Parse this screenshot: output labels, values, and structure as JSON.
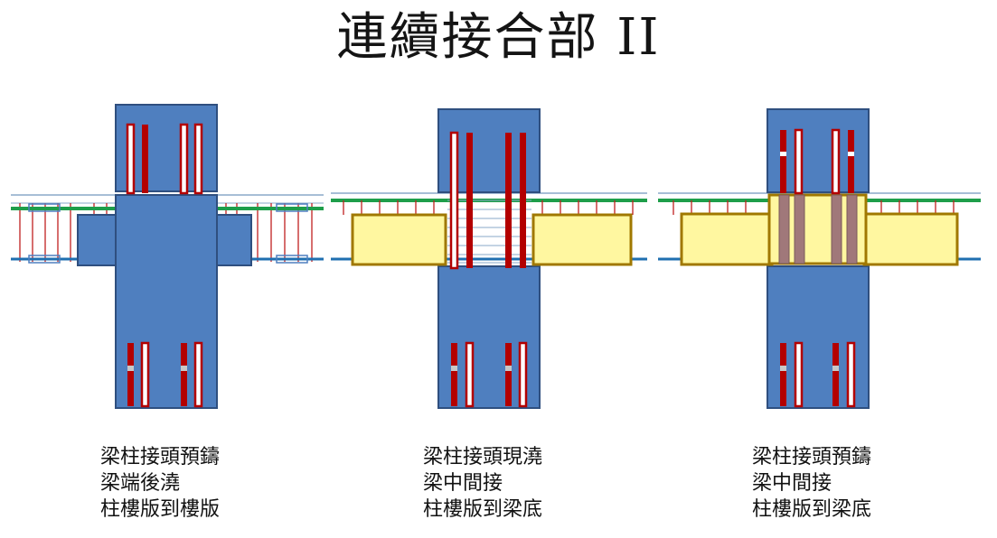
{
  "title": "連續接合部 II",
  "colors": {
    "column": "#4f7fbf",
    "column_edge": "#2f4f7f",
    "rebar": "#b30000",
    "rebar_light": "#e07a7a",
    "rebar_cast": "#a0787a",
    "slab_top": "#1e9e4a",
    "slab_bottom": "#1f6fb0",
    "precast_fill": "#fff7a0",
    "precast_edge": "#a07800",
    "stirrup": "#c02020",
    "thin_line": "#8aa8c8"
  },
  "panels": [
    {
      "lines": [
        "梁柱接頭預鑄",
        "梁端後澆",
        "柱樓版到樓版"
      ]
    },
    {
      "lines": [
        "梁柱接頭現澆",
        "梁中間接",
        "柱樓版到梁底"
      ]
    },
    {
      "lines": [
        "梁柱接頭預鑄",
        "梁中間接",
        "柱樓版到梁底"
      ]
    }
  ]
}
